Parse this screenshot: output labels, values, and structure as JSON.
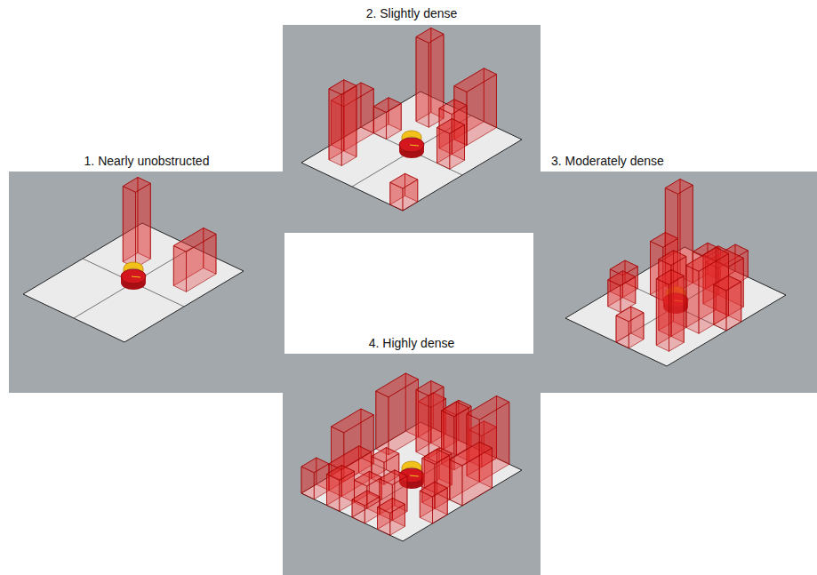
{
  "diagram": {
    "nodes": [
      {
        "text": [
          "2. Slightly dense"
        ]
      },
      {
        "text": [
          "1. Nearly unobstructed"
        ]
      },
      {
        "text": [
          "3. Moderately dense"
        ]
      },
      {
        "text": [
          "4. Highly dense"
        ]
      }
    ]
  }
}
